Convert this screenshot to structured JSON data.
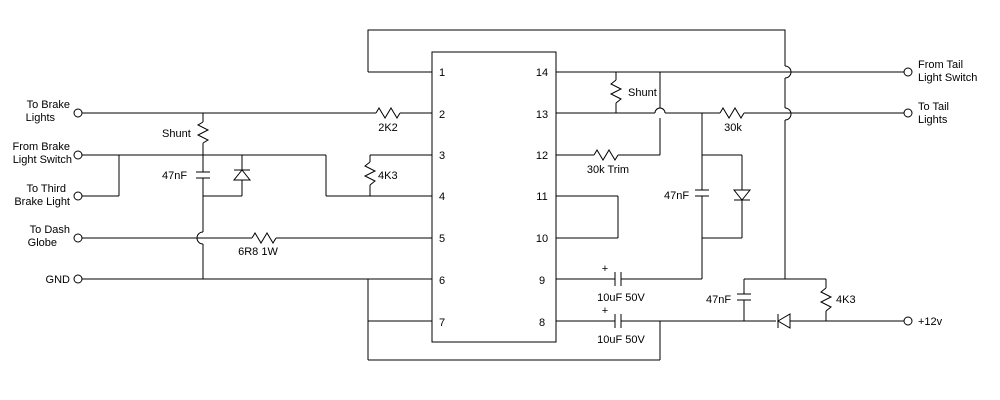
{
  "ic": {
    "pins_left": [
      "1",
      "2",
      "3",
      "4",
      "5",
      "6",
      "7"
    ],
    "pins_right": [
      "14",
      "13",
      "12",
      "11",
      "10",
      "9",
      "8"
    ]
  },
  "terminals": {
    "brake_lights": [
      "To Brake",
      "Lights"
    ],
    "from_brake_switch": [
      "From Brake",
      "Light Switch"
    ],
    "third_brake": [
      "To Third",
      "Brake Light"
    ],
    "dash_globe": [
      "To Dash",
      "Globe"
    ],
    "gnd": "GND",
    "from_tail_switch": [
      "From Tail",
      "Light Switch"
    ],
    "to_tail_lights": [
      "To Tail",
      "Lights"
    ],
    "plus12v": "+12v"
  },
  "components": {
    "r_2k2": "2K2",
    "shunt_left": "Shunt",
    "cap_47nf_left": "47nF",
    "r_4k3_left": "4K3",
    "r_6r8": "6R8 1W",
    "shunt_right": "Shunt",
    "r_30k_trim": "30k Trim",
    "r_30k": "30k",
    "cap_47nf_mid": "47nF",
    "cap_10uf_top": "10uF 50V",
    "cap_10uf_bottom": "10uF 50V",
    "cap_47nf_bottom": "47nF",
    "r_4k3_right": "4K3",
    "plus_top": "+",
    "plus_bottom": "+"
  }
}
